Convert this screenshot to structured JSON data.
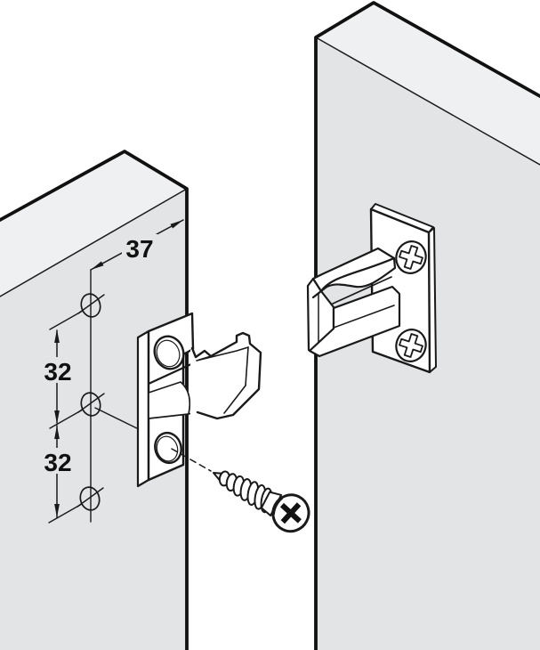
{
  "diagram": {
    "labels": {
      "edge_distance": "37",
      "spacing_upper": "32",
      "spacing_lower": "32"
    },
    "colors": {
      "background": "#ffffff",
      "panel_face": "#e2e4e6",
      "panel_top": "#eef0f1",
      "line": "#1a1a1a",
      "fitting_fill": "#ffffff"
    },
    "icons": [
      {
        "name": "drill-hole-icon",
        "meaning": "drill hole position marker (circle with slash)"
      },
      {
        "name": "phillips-screw-icon",
        "meaning": "phillips cross-head screw"
      },
      {
        "name": "arrow-icon",
        "meaning": "dimension arrowhead"
      }
    ]
  }
}
